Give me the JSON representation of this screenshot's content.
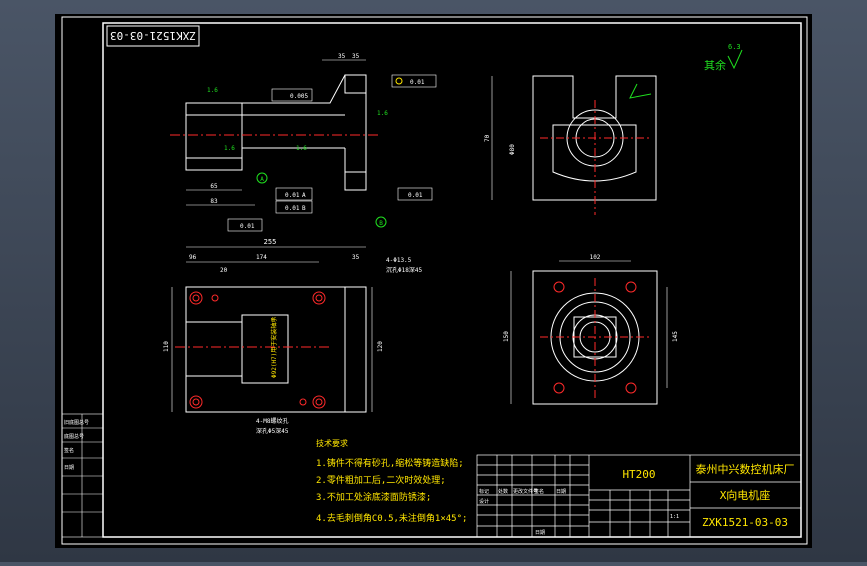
{
  "drawing": {
    "code_stamp": "ZXK1521-03-03",
    "roughness_note": "其余",
    "roughness_value": "6.3",
    "material": "HT200",
    "company": "泰州中兴数控机床厂",
    "part_name": "X向电机座",
    "drawing_no": "ZXK1521-03-03",
    "scale": "1:1"
  },
  "tech_requirements": {
    "title": "技术要求",
    "items": [
      "1.铸件不得有砂孔,缩松等铸造缺陷;",
      "2.零件粗加工后,二次时效处理;",
      "3.不加工处涂底漆面防锈漆;",
      "4.去毛刺倒角C0.5,未注倒角1×45°;"
    ]
  },
  "dimensions": {
    "d65": "65",
    "d83": "83",
    "d35a": "35",
    "d35b": "35",
    "d255": "255",
    "d96": "96",
    "d174": "174",
    "d20": "20",
    "d35c": "35",
    "d110": "110",
    "d120": "120",
    "d102": "102",
    "d145": "145",
    "d150": "150",
    "d70": "70",
    "d_bore": "Φ80",
    "holes": "4-Φ13.5",
    "holes_sub": "沉孔Φ18深45",
    "thread_note": "4-M8螺纹孔",
    "thread_sub": "深孔Φ5深45",
    "bore_note": "Φ92(H7)用于安装轴承"
  },
  "tolerances": {
    "t1": "0.01",
    "t2": "0.01",
    "t3": "0.01",
    "t4": "0.01",
    "t5": "0.01",
    "t6": "0.005",
    "da": "A",
    "db": "B",
    "r16a": "1.6",
    "r16b": "1.6",
    "r16c": "1.6",
    "r16d": "1.6"
  },
  "title_block": {
    "left_labels": [
      "旧底图总号",
      "底图总号",
      "签名",
      "日期"
    ],
    "row_labels": [
      "标记",
      "处数",
      "更改文件号",
      "签名",
      "日期"
    ],
    "designer": "设计",
    "date": "日期"
  }
}
